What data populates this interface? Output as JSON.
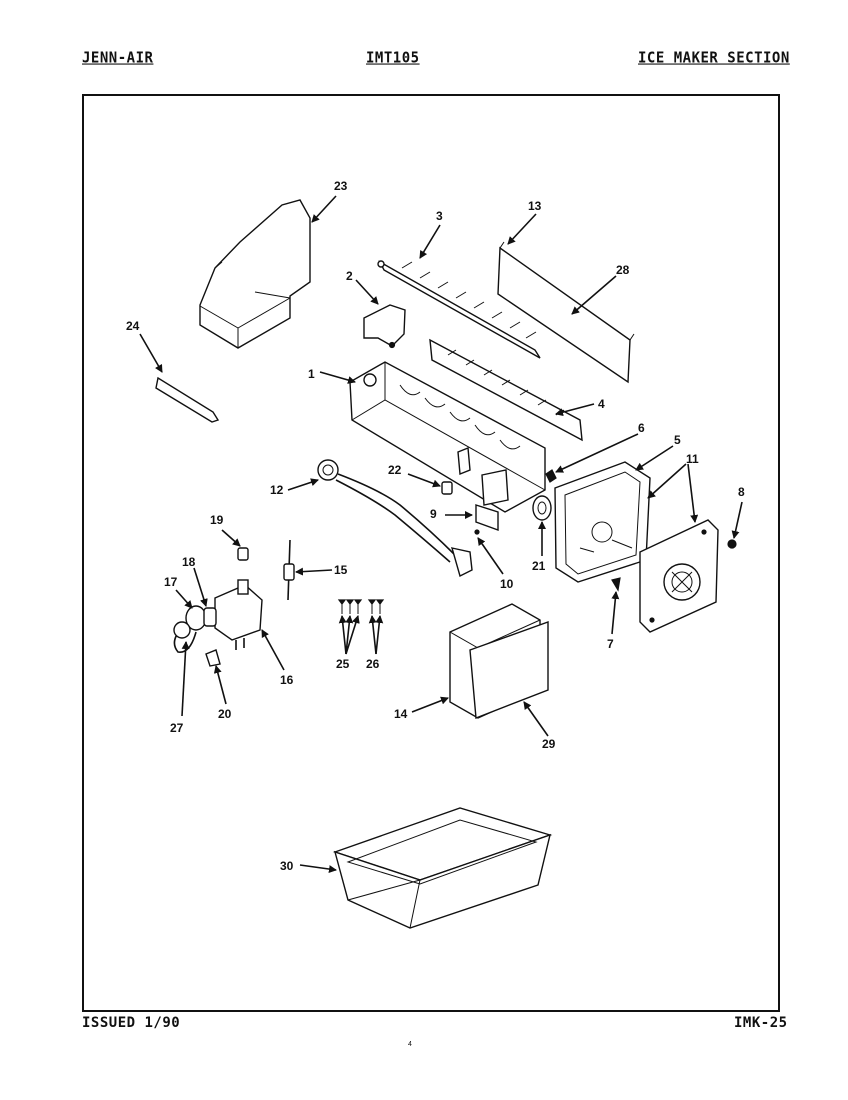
{
  "header": {
    "brand": "JENN-AIR",
    "model": "IMT105",
    "section": "ICE MAKER SECTION"
  },
  "footer": {
    "issued": "ISSUED 1/90",
    "page_code": "IMK-25",
    "page_mark": "4"
  },
  "callouts": [
    {
      "id": "1"
    },
    {
      "id": "2"
    },
    {
      "id": "3"
    },
    {
      "id": "4"
    },
    {
      "id": "5"
    },
    {
      "id": "6"
    },
    {
      "id": "7"
    },
    {
      "id": "8"
    },
    {
      "id": "9"
    },
    {
      "id": "10"
    },
    {
      "id": "11"
    },
    {
      "id": "12"
    },
    {
      "id": "13"
    },
    {
      "id": "14"
    },
    {
      "id": "15"
    },
    {
      "id": "16"
    },
    {
      "id": "17"
    },
    {
      "id": "18"
    },
    {
      "id": "19"
    },
    {
      "id": "20"
    },
    {
      "id": "21"
    },
    {
      "id": "22"
    },
    {
      "id": "23"
    },
    {
      "id": "24"
    },
    {
      "id": "25"
    },
    {
      "id": "26"
    },
    {
      "id": "27"
    },
    {
      "id": "28"
    },
    {
      "id": "29"
    },
    {
      "id": "30"
    }
  ]
}
